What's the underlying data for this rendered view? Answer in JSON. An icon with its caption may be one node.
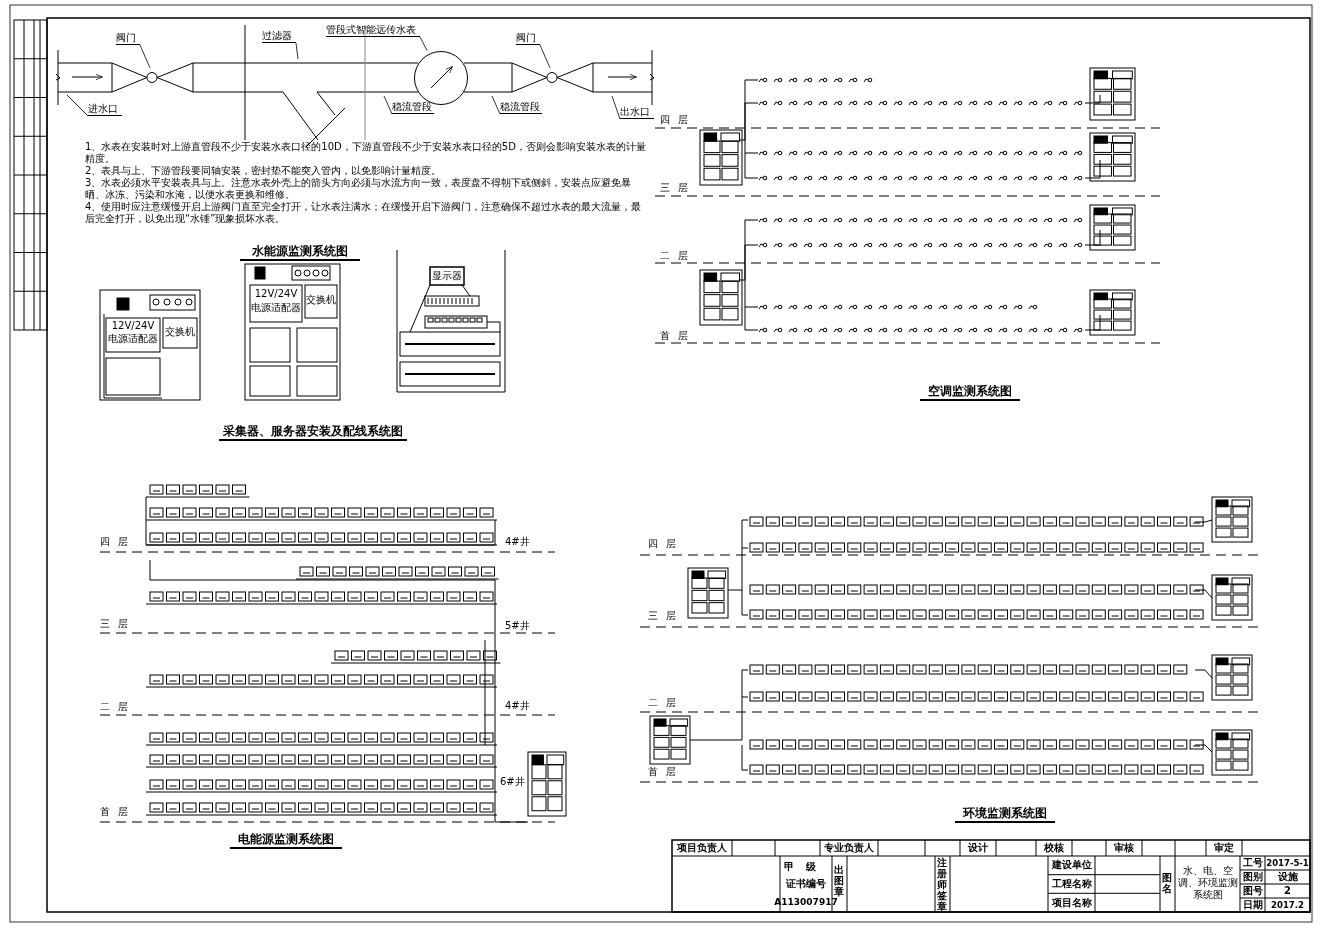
{
  "diagram": {
    "nodes": [
      {
        "text": [
          "阀门"
        ]
      },
      {
        "text": [
          "过滤器"
        ]
      },
      {
        "text": [
          "管段式智能远传水表"
        ]
      },
      {
        "text": [
          "阀门"
        ]
      },
      {
        "text": [
          "进水口"
        ]
      },
      {
        "text": [
          "稳流管段"
        ]
      },
      {
        "text": [
          "稳流管段"
        ]
      },
      {
        "text": [
          "出水口"
        ]
      },
      {
        "text": [],
        "shape": "circle"
      }
    ],
    "edges": [
      {
        "from": 0,
        "to": null,
        "arrow": "none"
      },
      {
        "from": 1,
        "to": null,
        "arrow": "none"
      },
      {
        "from": 2,
        "to": 8,
        "arrow": "none"
      },
      {
        "from": 3,
        "to": null,
        "arrow": "none"
      },
      {
        "from": 4,
        "to": null,
        "arrow": "none"
      },
      {
        "from": 5,
        "to": null,
        "arrow": "none"
      },
      {
        "from": 6,
        "to": null,
        "arrow": "none"
      },
      {
        "from": 7,
        "to": null,
        "arrow": "none"
      }
    ],
    "labels": [
      "1、水表在安装时对上游直管段不少于安装水表口径的10D，下游直管段不少于安装水表口径的5D，否则会影响安装水表的计量精度。",
      "2、表具与上、下游管段要同轴安装，密封垫不能突入管内，以免影响计量精度。",
      "3、水表必须水平安装表具与上。注意水表外壳上的箭头方向必须与水流方向一致，表度盘不得朝下或侧斜，安装点应避免暴晒、冰冻、污染和水淹，以便水表更换和维修。",
      "4、使用时应注意缓慢开启上游阀门直至完全打开，让水表注满水；在缓慢开启下游阀门，注意确保不超过水表的最大流量，最后完全打开，以免出现“水锤”现象损坏水表。",
      "水能源监测系统图",
      "12V/24V",
      "电源适配器",
      "交换机",
      "12V/24V",
      "电源适配器",
      "交换机",
      "显示器",
      "采集器、服务器安装及配线系统图",
      "四层",
      "三层",
      "二层",
      "首层",
      "空调监测系统图",
      "四层",
      "4#井",
      "三层",
      "5#井",
      "二层",
      "4#井",
      "6#井",
      "首层",
      "电能源监测系统图",
      "四层",
      "三层",
      "二层",
      "首层",
      "环境监测系统图",
      "项目负责人",
      "专业负责人",
      "设计",
      "校核",
      "审核",
      "审定",
      "甲级",
      "证书编号",
      "A113007917",
      "出图章",
      "注册师签章",
      "建设单位",
      "工程名称",
      "项目名称",
      "图名",
      "水、电、空调、环境监测系统图",
      "工号",
      "2017-5-1",
      "图别",
      "设施",
      "图号",
      "2",
      "日期",
      "2017.2"
    ]
  }
}
